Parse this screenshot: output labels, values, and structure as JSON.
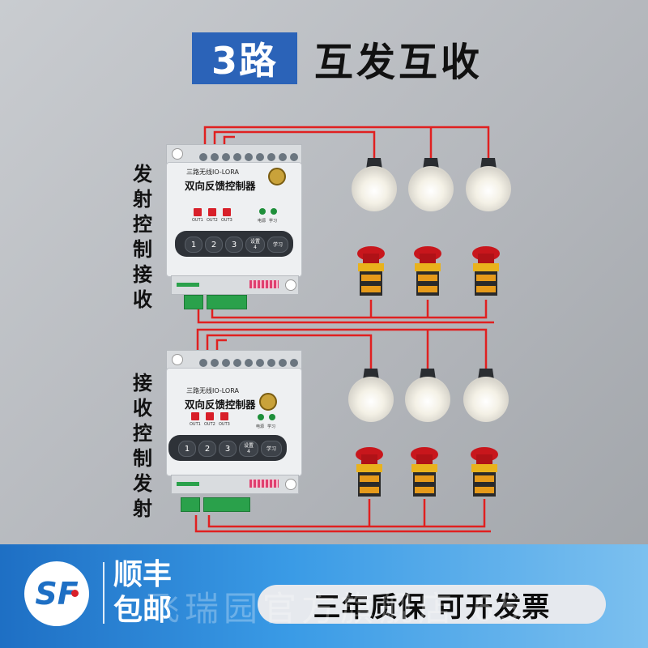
{
  "title": {
    "badge": "3路",
    "text": "互发互收"
  },
  "side_labels": {
    "top": [
      "发",
      "射",
      "控",
      "制",
      "接",
      "收"
    ],
    "bottom": [
      "接",
      "收",
      "控",
      "制",
      "发",
      "射"
    ]
  },
  "controller": {
    "model_line": "三路无线IO-LORA",
    "name_line": "双向反馈控制器",
    "outputs": [
      "OUT1",
      "OUT2",
      "OUT3"
    ],
    "leds": [
      "电源",
      "学习"
    ],
    "keys": [
      "1",
      "2",
      "3"
    ],
    "setting_key": [
      "设置",
      "4"
    ],
    "learn_key": "学习"
  },
  "banner": {
    "courier_line1": "顺丰",
    "courier_line2": "包邮",
    "sf_logo": "SF",
    "warranty": "三年质保 可开发票",
    "watermark": "飞瑞园官方旗舰店 65"
  },
  "colors": {
    "wire": "#e02020",
    "title_badge": "#2b63b8",
    "banner": "#2f86d8"
  }
}
